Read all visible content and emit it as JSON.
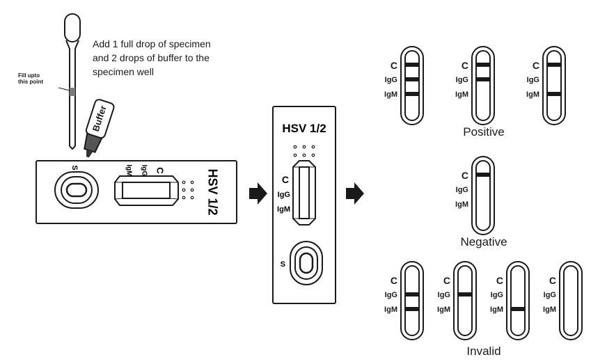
{
  "instruction": {
    "lines": [
      "Add 1 full drop of specimen",
      "and 2 drops of buffer to the",
      "specimen well"
    ],
    "fill_label_lines": [
      "Fill upto",
      "this point"
    ],
    "buffer_label": "Buffer"
  },
  "cassette": {
    "title": "HSV 1/2",
    "c_label": "C",
    "igg_label": "IgG",
    "igm_label": "IgM",
    "s_label": "S"
  },
  "results": {
    "positive_label": "Positive",
    "negative_label": "Negative",
    "invalid_label": "Invalid",
    "c": "C",
    "igg": "IgG",
    "igm": "IgM"
  },
  "colors": {
    "line": "#1a1a1a",
    "fill_grey": "#7a7a7a"
  }
}
